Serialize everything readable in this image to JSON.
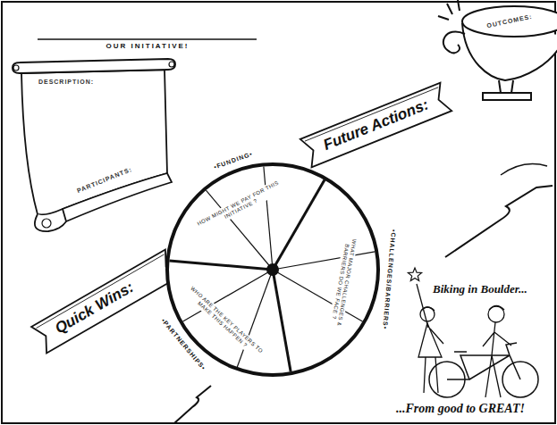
{
  "diagram": {
    "title": "OUR INITIATIVE!",
    "nodes": [
      {
        "text": [
          "DESCRIPTION:",
          "PARTICIPANTS:"
        ]
      },
      {
        "text": [
          "Future Actions:"
        ]
      },
      {
        "text": [
          "OUTCOMES:"
        ]
      },
      {
        "text": [
          "Quick Wins:"
        ]
      },
      {
        "text": [
          "•FUNDING•",
          "HOW MIGHT WE PAY FOR THIS INITIATIVE ?",
          "•CHALLENGES/BARRIERS•",
          "WHAT MAJOR CHALLENGES & BARRIERS DO WE FACE ?",
          "•PARTNERSHIPS•",
          "WHO ARE THE KEY PLAYERS TO MAKE THIS HAPPEN ?"
        ]
      }
    ],
    "labels": [
      "Biking in Boulder...",
      "...From good to GREAT!"
    ]
  }
}
